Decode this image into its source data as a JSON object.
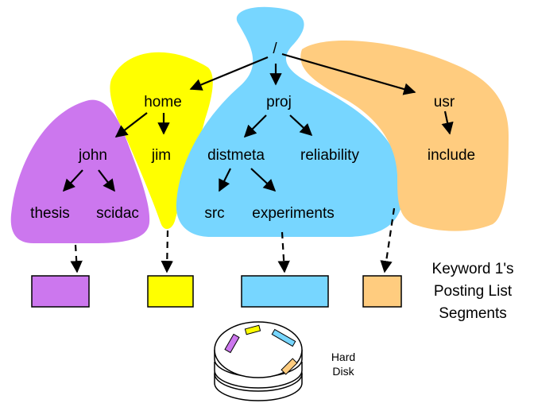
{
  "colors": {
    "purple": "#cc77ee",
    "yellow": "#ffff00",
    "blue": "#77d6ff",
    "orange": "#ffcc7f",
    "edge": "#000000",
    "disk_fill": "#ffffff"
  },
  "tree": {
    "root": "/",
    "home": "home",
    "proj": "proj",
    "usr": "usr",
    "john": "john",
    "jim": "jim",
    "distmeta": "distmeta",
    "reliability": "reliability",
    "include": "include",
    "thesis": "thesis",
    "scidac": "scidac",
    "src": "src",
    "experiments": "experiments"
  },
  "edges": [
    {
      "from": "/",
      "to": "home"
    },
    {
      "from": "/",
      "to": "proj"
    },
    {
      "from": "/",
      "to": "usr"
    },
    {
      "from": "home",
      "to": "john"
    },
    {
      "from": "home",
      "to": "jim"
    },
    {
      "from": "proj",
      "to": "distmeta"
    },
    {
      "from": "proj",
      "to": "reliability"
    },
    {
      "from": "usr",
      "to": "include"
    },
    {
      "from": "john",
      "to": "thesis"
    },
    {
      "from": "john",
      "to": "scidac"
    },
    {
      "from": "distmeta",
      "to": "src"
    },
    {
      "from": "distmeta",
      "to": "experiments"
    }
  ],
  "segments": [
    {
      "partition": "john subtree",
      "color": "purple"
    },
    {
      "partition": "jim subtree",
      "color": "yellow"
    },
    {
      "partition": "proj subtree",
      "color": "blue"
    },
    {
      "partition": "usr subtree",
      "color": "orange"
    }
  ],
  "caption": {
    "line1": "Keyword 1's",
    "line2": "Posting List",
    "line3": "Segments"
  },
  "disk": {
    "line1": "Hard",
    "line2": "Disk"
  }
}
